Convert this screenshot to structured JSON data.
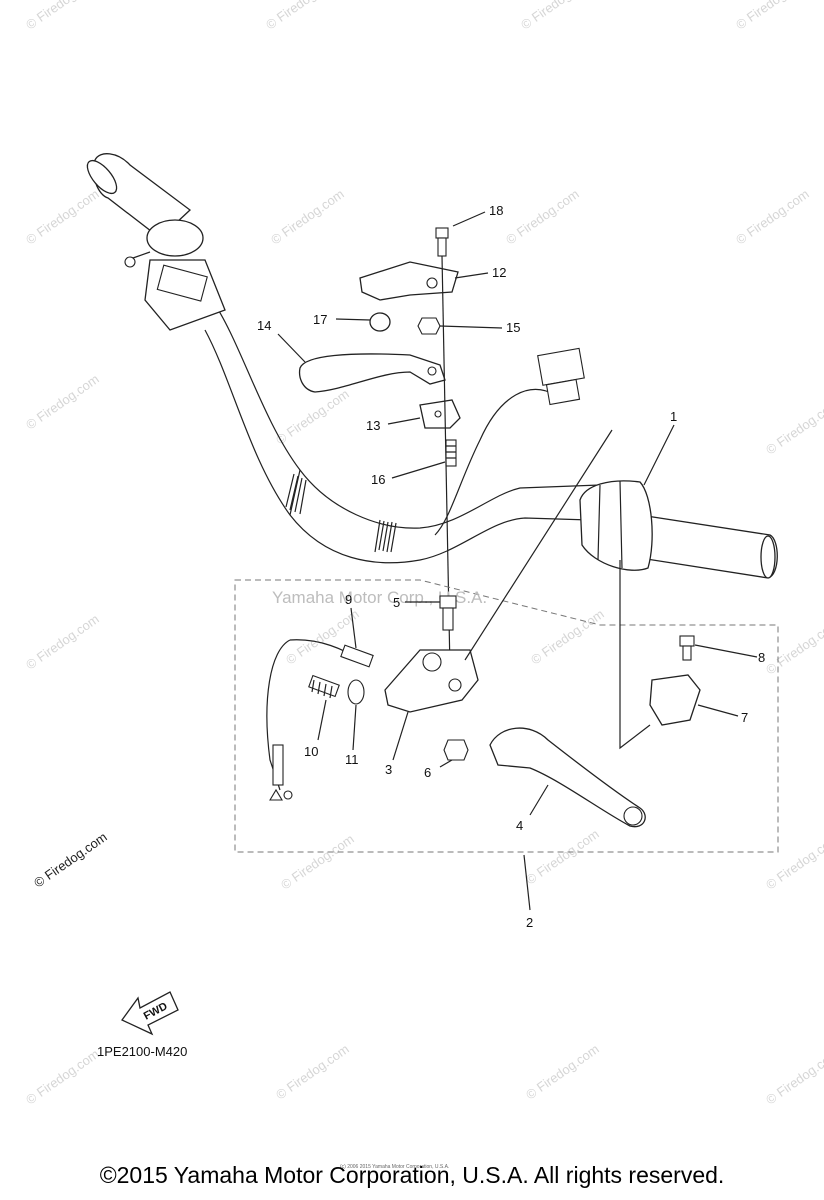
{
  "diagram": {
    "callouts": [
      "1",
      "2",
      "3",
      "4",
      "5",
      "6",
      "7",
      "8",
      "9",
      "10",
      "11",
      "12",
      "13",
      "14",
      "15",
      "16",
      "17",
      "18"
    ],
    "grouping_info": "Yamaha Motor Corp., U.S.A.",
    "fwd_label": "FWD",
    "part_code": "1PE2100-M420",
    "watermark": "© Firedog.com",
    "tiny_credit": "(c) 2006 2015 Yamaha Motor Corporation, U.S.A.",
    "copyright": "©2015 Yamaha Motor Corporation, U.S.A. All rights reserved."
  }
}
